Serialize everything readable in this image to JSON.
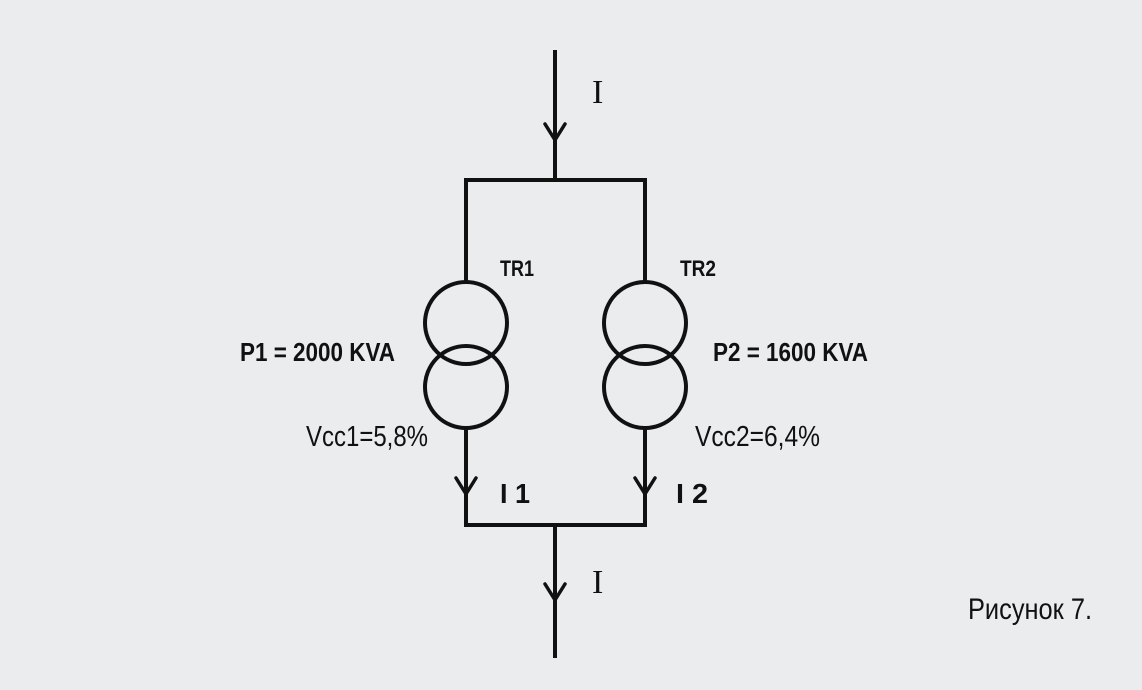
{
  "diagram": {
    "current_main_top": "I",
    "current_main_bottom": "I",
    "tr1": {
      "name": "TR1",
      "power": "P1 = 2000 KVA",
      "impedance": "Vcc1=5,8%",
      "current": "I 1"
    },
    "tr2": {
      "name": "TR2",
      "power": "P2 = 1600 KVA",
      "impedance": "Vcc2=6,4%",
      "current": "I 2"
    },
    "caption": "Рисунок 7."
  },
  "colors": {
    "background": "#ebecee",
    "ink": "#111111"
  }
}
